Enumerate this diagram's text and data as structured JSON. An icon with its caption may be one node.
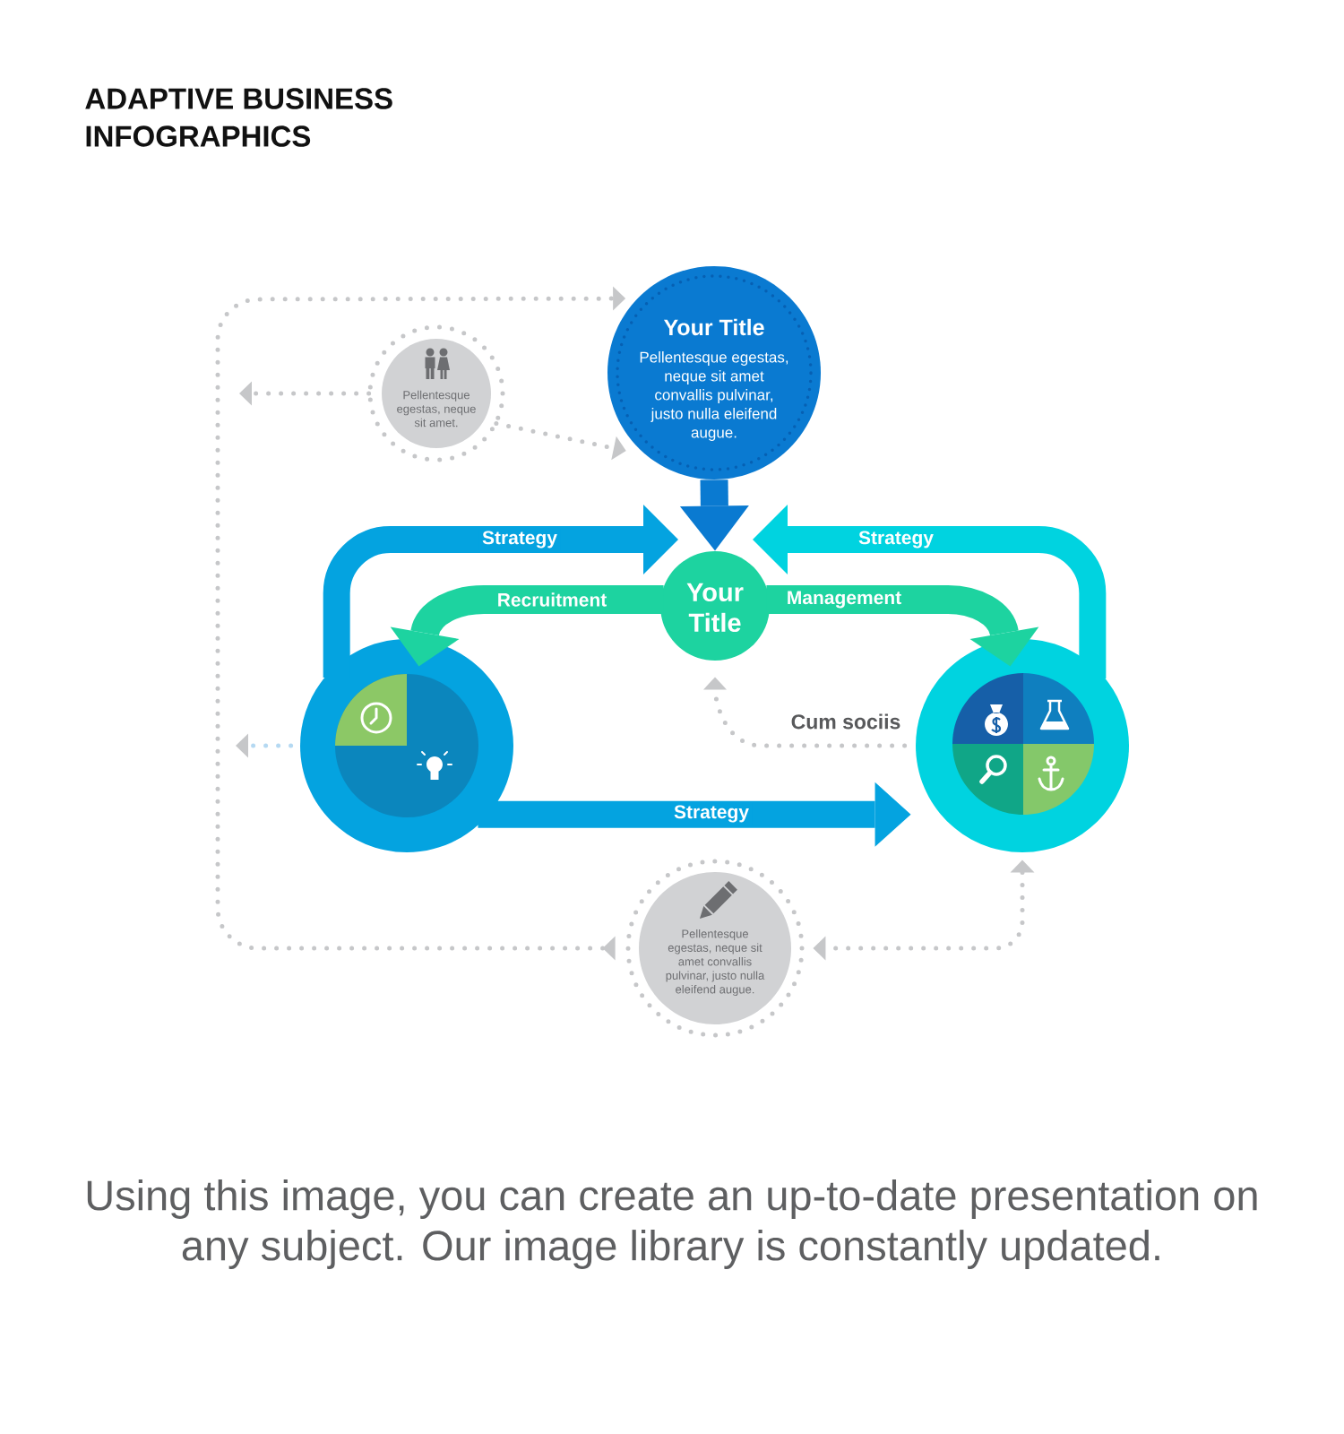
{
  "diagram": {
    "title": "ADAPTIVE BUSINESS INFOGRAPHICS",
    "caption": "Using this image, you can create an up-to-date presentation on any subject. Our image library is constantly updated.",
    "nodes": [
      {
        "text": [
          "Your Title",
          "Pellentesque egestas, neque sit amet convallis pulvinar, justo nulla eleifend augue."
        ]
      },
      {
        "text": [
          "Pellentesque egestas, neque sit amet."
        ]
      },
      {
        "text": [
          "Your Title"
        ]
      },
      {
        "text": [],
        "shape": "circle"
      },
      {
        "text": [],
        "shape": "circle"
      },
      {
        "text": [
          "Pellentesque egestas, neque sit amet convallis pulvinar, justo nulla eleifend augue."
        ]
      }
    ],
    "edges": [
      {
        "from": 0,
        "to": 2,
        "arrow": "to",
        "style": "thick",
        "color": "#0a7ad1"
      },
      {
        "from": 3,
        "to": 2,
        "arrow": "to",
        "label": "Strategy",
        "style": "thick",
        "color": "#04a3e0"
      },
      {
        "from": 4,
        "to": 2,
        "arrow": "to",
        "label": "Strategy",
        "style": "thick",
        "color": "#00d3e0"
      },
      {
        "from": 2,
        "to": 3,
        "arrow": "to",
        "label": "Recruitment",
        "style": "thick",
        "color": "#1dd3a0"
      },
      {
        "from": 2,
        "to": 4,
        "arrow": "to",
        "label": "Management",
        "style": "thick",
        "color": "#1dd3a0"
      },
      {
        "from": 3,
        "to": 4,
        "arrow": "to",
        "label": "Strategy",
        "style": "thick",
        "color": "#04a3e0"
      },
      {
        "from": 4,
        "to": 2,
        "arrow": "to",
        "label": "Cum sociis",
        "style": "dashed"
      },
      {
        "from": 5,
        "to": 0,
        "arrow": "to",
        "style": "dashed"
      },
      {
        "from": 1,
        "to": null,
        "arrow": "to",
        "style": "dashed"
      },
      {
        "from": 1,
        "to": 0,
        "arrow": "to",
        "style": "dashed"
      },
      {
        "from": 3,
        "to": null,
        "arrow": "to",
        "style": "dashed",
        "color": "#b5d9f2"
      },
      {
        "from": 4,
        "to": 5,
        "arrow": "both",
        "style": "dashed"
      }
    ]
  }
}
